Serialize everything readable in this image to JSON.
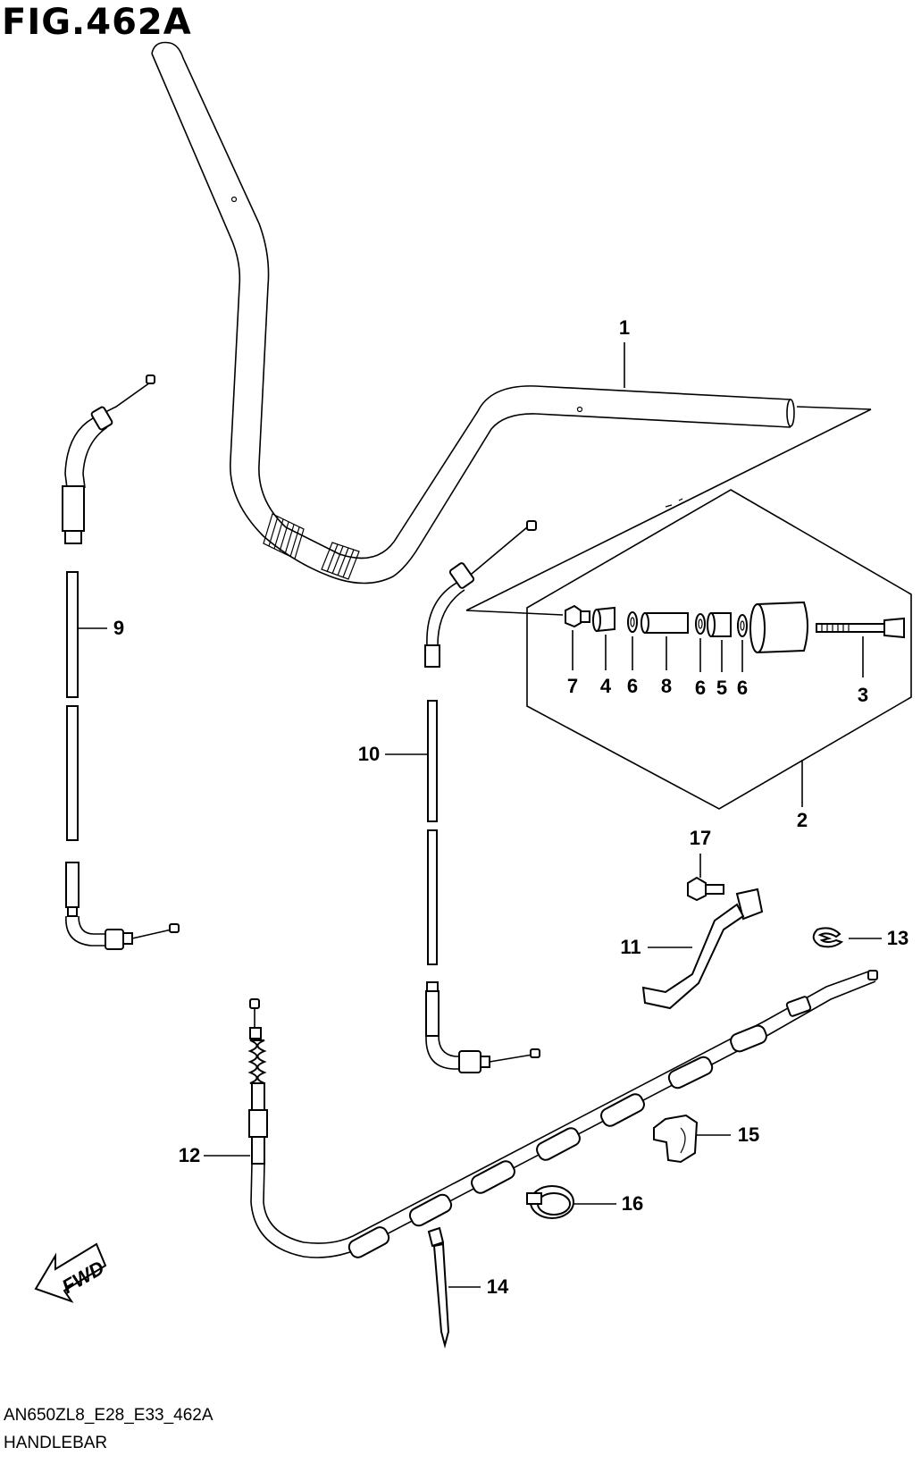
{
  "figure": {
    "title": "FIG.462A",
    "code": "AN650ZL8_E28_E33_462A",
    "name": "HANDLEBAR"
  },
  "direction_marker": {
    "label": "FWD",
    "icon": "forward-arrow-icon"
  },
  "callouts": {
    "p1": "1",
    "p2": "2",
    "p3": "3",
    "p4": "4",
    "p5": "5",
    "p6a": "6",
    "p6b": "6",
    "p6c": "6",
    "p7": "7",
    "p8": "8",
    "p9": "9",
    "p10": "10",
    "p11": "11",
    "p12": "12",
    "p13": "13",
    "p14": "14",
    "p15": "15",
    "p16": "16",
    "p17": "17"
  }
}
